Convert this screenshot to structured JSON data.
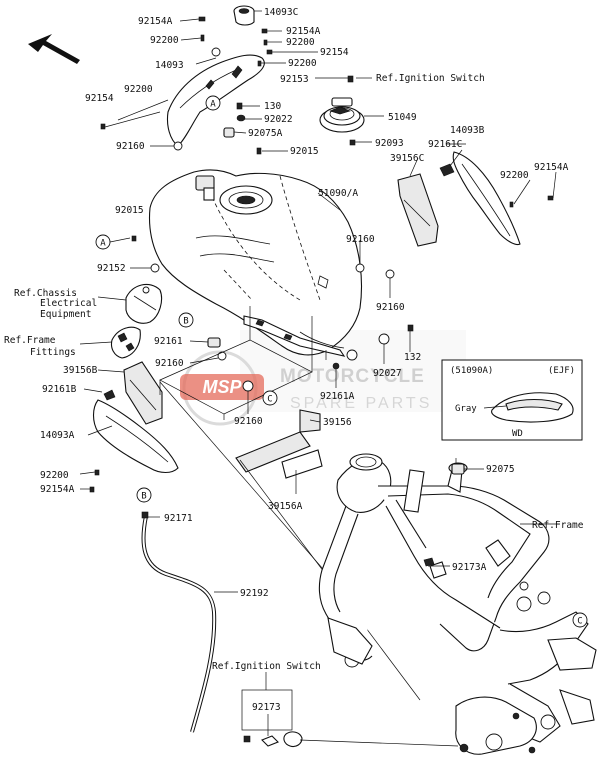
{
  "labels": {
    "p14093C": "14093C",
    "p92154A_1": "92154A",
    "p92154A_2": "92154A",
    "p92200_1": "92200",
    "p92200_2": "92200",
    "p92200_3": "92200",
    "p92200_4": "92200",
    "p92154_1": "92154",
    "p92154_2": "92154",
    "p14093": "14093",
    "p92153": "92153",
    "ref_ign_top": "Ref.Ignition Switch",
    "p130": "130",
    "p51049": "51049",
    "p92022": "92022",
    "p92160_1": "92160",
    "p92075A": "92075A",
    "p92093": "92093",
    "p92015_1": "92015",
    "p14093B": "14093B",
    "p92161C": "92161C",
    "p39156C": "39156C",
    "p92200_5": "92200",
    "p92154A_3": "92154A",
    "p51090A": "51090/A",
    "p92015_2": "92015",
    "p92160_2": "92160",
    "p92152": "92152",
    "ref_chassis_1": "Ref.Chassis",
    "ref_chassis_2": "Electrical",
    "ref_chassis_3": "Equipment",
    "p92160_3": "92160",
    "ref_frame_fit_1": "Ref.Frame",
    "ref_frame_fit_2": "Fittings",
    "p92161": "92161",
    "p92160_4": "92160",
    "p132": "132",
    "p92027": "92027",
    "p39156B": "39156B",
    "p92161B": "92161B",
    "p92161A": "92161A",
    "p14093A": "14093A",
    "p92160_5": "92160",
    "p39156": "39156",
    "p92200_6": "92200",
    "p92154A_4": "92154A",
    "p92075": "92075",
    "p39156A": "39156A",
    "p92171": "92171",
    "ref_frame": "Ref.Frame",
    "p92173A": "92173A",
    "p92192": "92192",
    "ref_ign_bottom": "Ref.Ignition Switch",
    "p92173": "92173"
  },
  "callouts": {
    "A": "A",
    "B": "B",
    "C": "C"
  },
  "inset": {
    "code": "(51090A)",
    "region": "(EJF)",
    "color_label": "Gray",
    "caption": "WD"
  },
  "watermark": {
    "brand": "MOTORCYCLE",
    "sub": "SPARE PARTS",
    "logo": "MSP"
  },
  "colors": {
    "line": "#111111",
    "background": "#ffffff",
    "watermark_red": "#e0523f",
    "watermark_grey": "#c8c8c8"
  },
  "icons": {
    "direction_arrow": "arrow-up-left-icon"
  }
}
